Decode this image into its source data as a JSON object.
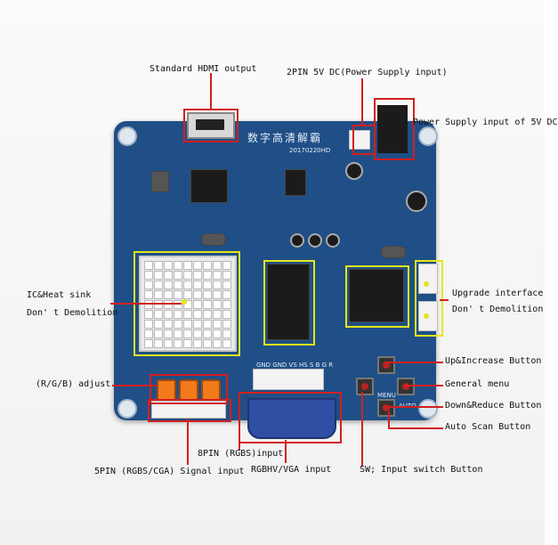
{
  "labels": {
    "hdmi": "Standard HDMI output",
    "dc2pin": "2PIN 5V DC(Power Supply input)",
    "power": "Power Supply input of 5V DC",
    "heatsink_1": "IC&Heat sink",
    "heatsink_2": "Don' t Demolition",
    "upgrade_1": "Upgrade interface",
    "upgrade_2": "Don' t Demolition",
    "rgb_adjust": "(R/G/B) adjust",
    "up_btn": "Up&Increase Button",
    "menu_btn": "General menu",
    "down_btn": "Down&Reduce Button",
    "auto_btn": "Auto Scan Button",
    "pin8": "8PIN (RGBS)input",
    "pin5": "5PIN (RGBS/CGA) Signal input",
    "vga": "RGBHV/VGA input",
    "sw": "SW; Input switch Button"
  },
  "board": {
    "title": "数字高清解霸",
    "date": "20170220HD",
    "pin_row_text": "GND GND VS HS S B G R",
    "menu_text": "MENU",
    "auto_text": "AUTO"
  },
  "colors": {
    "board": "#1f4f86",
    "callout": "#d21f1f",
    "highlight": "#e6e61a"
  }
}
